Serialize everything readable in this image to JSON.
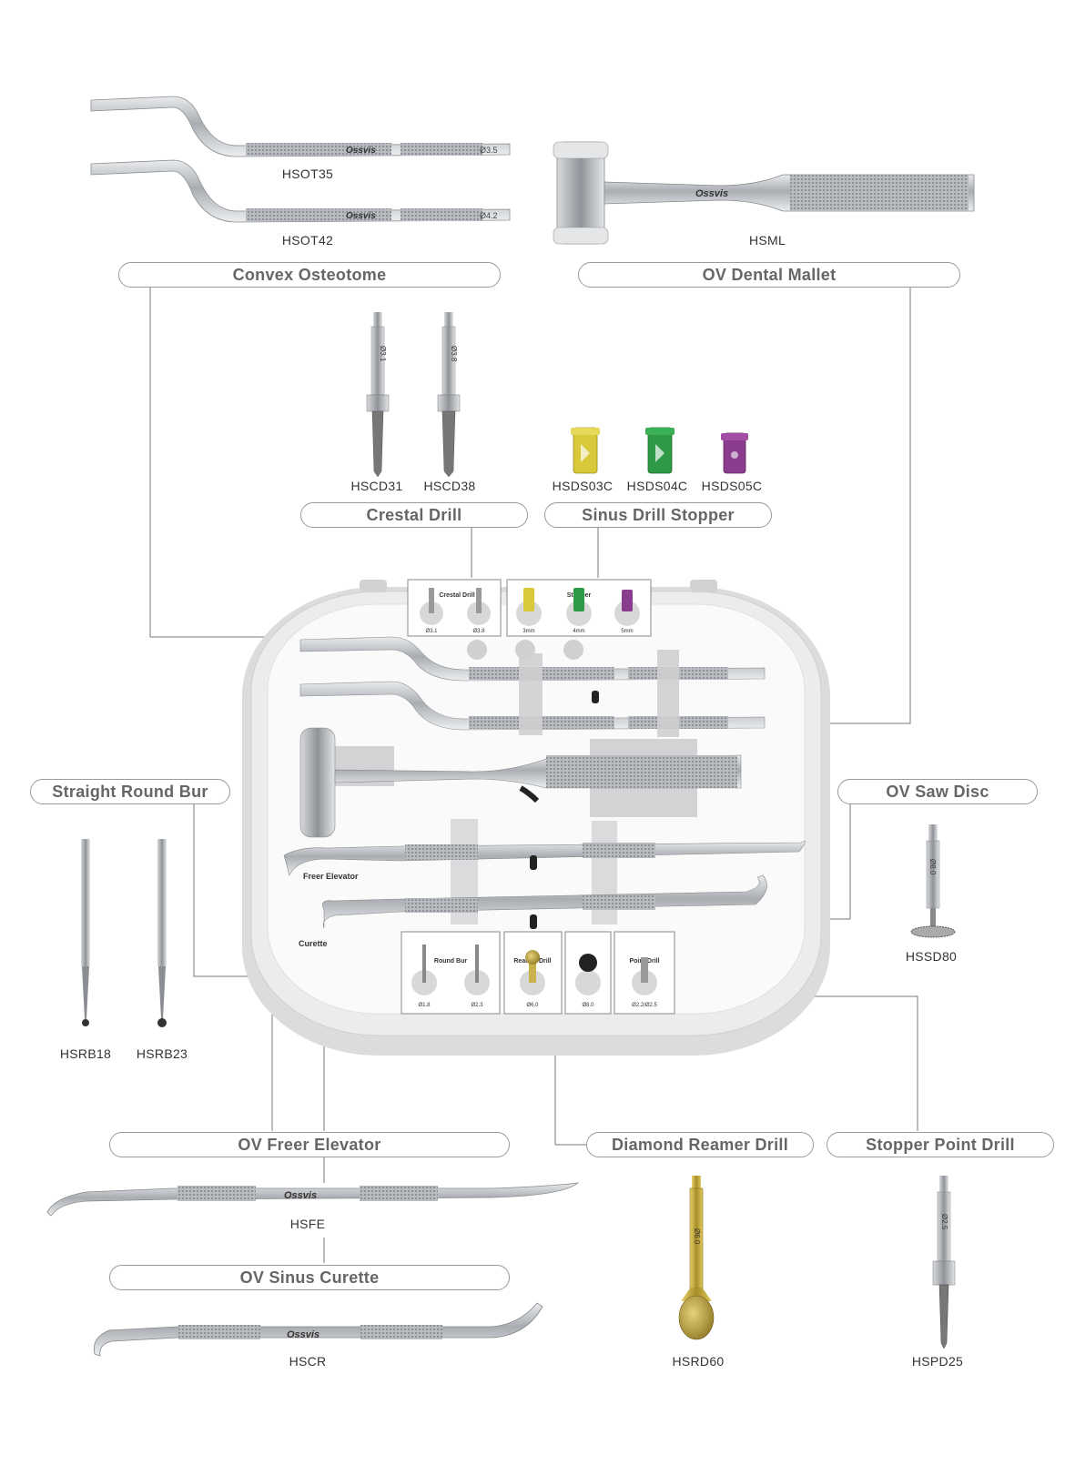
{
  "categories": {
    "convex_osteotome": "Convex Osteotome",
    "dental_mallet": "OV Dental Mallet",
    "crestal_drill": "Crestal Drill",
    "sinus_drill_stopper": "Sinus Drill Stopper",
    "straight_round_bur": "Straight Round Bur",
    "saw_disc": "OV Saw Disc",
    "freer_elevator": "OV Freer Elevator",
    "diamond_reamer_drill": "Diamond Reamer Drill",
    "stopper_point_drill": "Stopper Point Drill",
    "sinus_curette": "OV Sinus Curette"
  },
  "codes": {
    "hsot35": "HSOT35",
    "hsot42": "HSOT42",
    "hsml": "HSML",
    "hscd31": "HSCD31",
    "hscd38": "HSCD38",
    "hsds03c": "HSDS03C",
    "hsds04c": "HSDS04C",
    "hsds05c": "HSDS05C",
    "hssd80": "HSSD80",
    "hsrb18": "HSRB18",
    "hsrb23": "HSRB23",
    "hsfe": "HSFE",
    "hscr": "HSCR",
    "hsrd60": "HSRD60",
    "hspd25": "HSPD25"
  },
  "engravings": {
    "brand": "Ossvis",
    "osteotome_35": "Ø3.5",
    "osteotome_42": "Ø4.2",
    "crestal_31": "Ø3.1",
    "crestal_38": "Ø3.8",
    "saw_disc": "Ø8.0",
    "reamer": "Ø6.0",
    "point": "Ø2.5"
  },
  "kit": {
    "crestal_title": "Crestal Drill",
    "crestal_sizes": [
      "Ø3.1",
      "Ø3.8"
    ],
    "stopper_title": "Stopper",
    "stopper_sizes": [
      "3mm",
      "4mm",
      "5mm"
    ],
    "freer_label": "Freer Elevator",
    "curette_label": "Curette",
    "roundbur_title": "Round Bur",
    "roundbur_sizes": [
      "Ø1.8",
      "Ø2.3"
    ],
    "reamer_title": "Reamer Drill",
    "reamer_size": "Ø6.0",
    "sawdisc_size": "Ø8.0",
    "point_title": "Point Drill",
    "point_size": "Ø2.2/Ø2.5"
  },
  "colors": {
    "stopper_3mm": "#d8c83a",
    "stopper_4mm": "#2e9a46",
    "stopper_5mm": "#8a3d8e",
    "diamond": "#c8b24a",
    "steel": "#b9bcc0",
    "callout_line": "#7a7a7a"
  }
}
